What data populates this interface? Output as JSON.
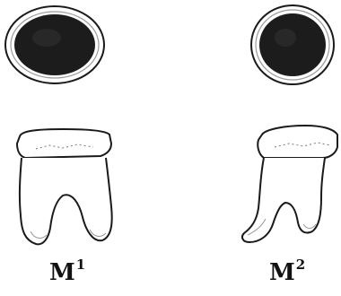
{
  "labels": {
    "m1": {
      "letter": "M",
      "sup": "1"
    },
    "m2": {
      "letter": "M",
      "sup": "2"
    }
  },
  "colors": {
    "ink": "#1a1a1a",
    "occlusal_fill": "#1c1c1c",
    "root_shade": "#cfcfcf"
  },
  "icons": {
    "m1_top": "occlusal-view-m1",
    "m1_side": "lateral-view-m1",
    "m2_top": "occlusal-view-m2",
    "m2_side": "lateral-view-m2"
  }
}
